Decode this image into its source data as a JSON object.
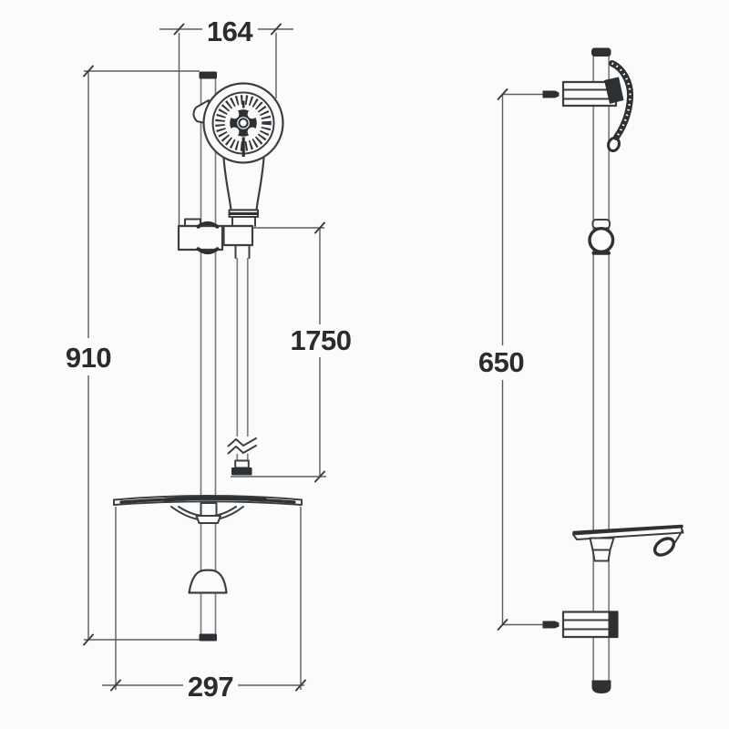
{
  "meta": {
    "background_color": "#fbfbfb",
    "line_color": "#3c3f42",
    "tube_line_color": "#7b7e82",
    "dark_fill_color": "#2e3134",
    "dimension_line_color": "#5a5d60",
    "text_color": "#2a2c2e"
  },
  "dimensions": {
    "top_width": "164",
    "rail_height": "910",
    "hose_length": "1750",
    "shelf_width": "297",
    "bracket_spacing": "650"
  }
}
